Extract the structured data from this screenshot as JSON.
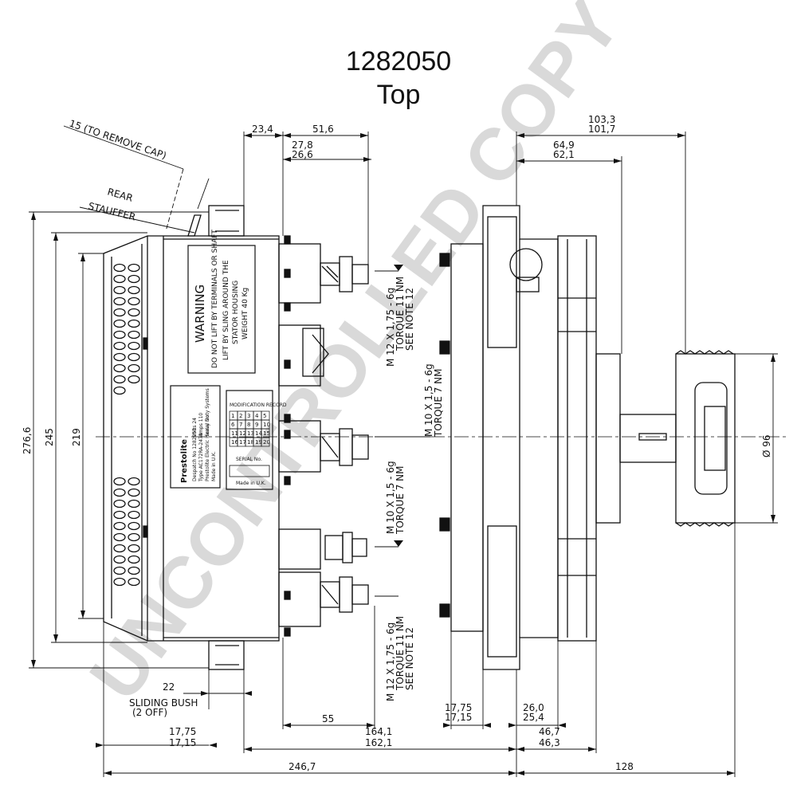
{
  "title": {
    "number": "1282050",
    "view": "Top"
  },
  "watermark": "UNCONTROLLED COPY",
  "dimensions": {
    "d_23_4": "23,4",
    "d_51_6": "51,6",
    "d_27_8": "27,8",
    "d_26_6": "26,6",
    "d_103_3": "103,3",
    "d_101_7": "101,7",
    "d_64_9": "64,9",
    "d_62_1": "62,1",
    "d_15_cap": "15 (TO REMOVE CAP)",
    "rear": "REAR",
    "stauffer": "STAUFFER",
    "d_276_6": "276,6",
    "d_245": "245",
    "d_219": "219",
    "dia_96": "Ø 96",
    "d_22": "22",
    "sliding_bush_1": "SLIDING BUSH",
    "sliding_bush_2": "(2 OFF)",
    "d_55": "55",
    "d_17_75_a": "17,75",
    "d_17_15_a": "17,15",
    "d_26_0": "26,0",
    "d_25_4": "25,4",
    "d_164_1": "164,1",
    "d_162_1": "162,1",
    "d_17_75_b": "17,75",
    "d_17_15_b": "17,15",
    "d_46_7": "46,7",
    "d_46_3": "46,3",
    "d_246_7": "246,7",
    "d_128": "128"
  },
  "thread_notes": {
    "top_1": "M 12 X 1,75 - 6g",
    "top_2": "TORQUE 11 NM",
    "top_3": "SEE NOTE 12",
    "mid_1": "M 10 X 1,5 - 6g",
    "mid_2": "TORQUE 7 NM",
    "low_1": "M 10 X 1,5 - 6g",
    "low_2": "TORQUE 7 NM",
    "bot_1": "M 12 X 1,75 - 6g",
    "bot_2": "TORQUE 11 NM",
    "bot_3": "SEE NOTE 12"
  },
  "warning_label": {
    "heading": "WARNING",
    "line1": "DO NOT LIFT BY TERMINALS OR SHAFT",
    "line2": "LIFT BY SLING AROUND THE",
    "line3": "STATOR HOUSING",
    "line4": "WEIGHT 40 Kg"
  },
  "nameplate": {
    "brand": "Prestolite",
    "line1": "Volts 24",
    "line2": "Amps 110",
    "line3": "Serial No",
    "line4": "Despatch No 1282050",
    "line5": "Type AC172RA-2473",
    "line6": "Prestolite Electric Heavy Duty Systems",
    "line7": "Made in U.K."
  },
  "mod_record": {
    "heading": "MODIFICATION RECORD",
    "cells": [
      "1",
      "2",
      "3",
      "4",
      "5",
      "6",
      "7",
      "8",
      "9",
      "10",
      "11",
      "12",
      "13",
      "14",
      "15",
      "16",
      "17",
      "18",
      "19",
      "20"
    ],
    "serial": "SERIAL No.",
    "made": "Made in U.K."
  }
}
